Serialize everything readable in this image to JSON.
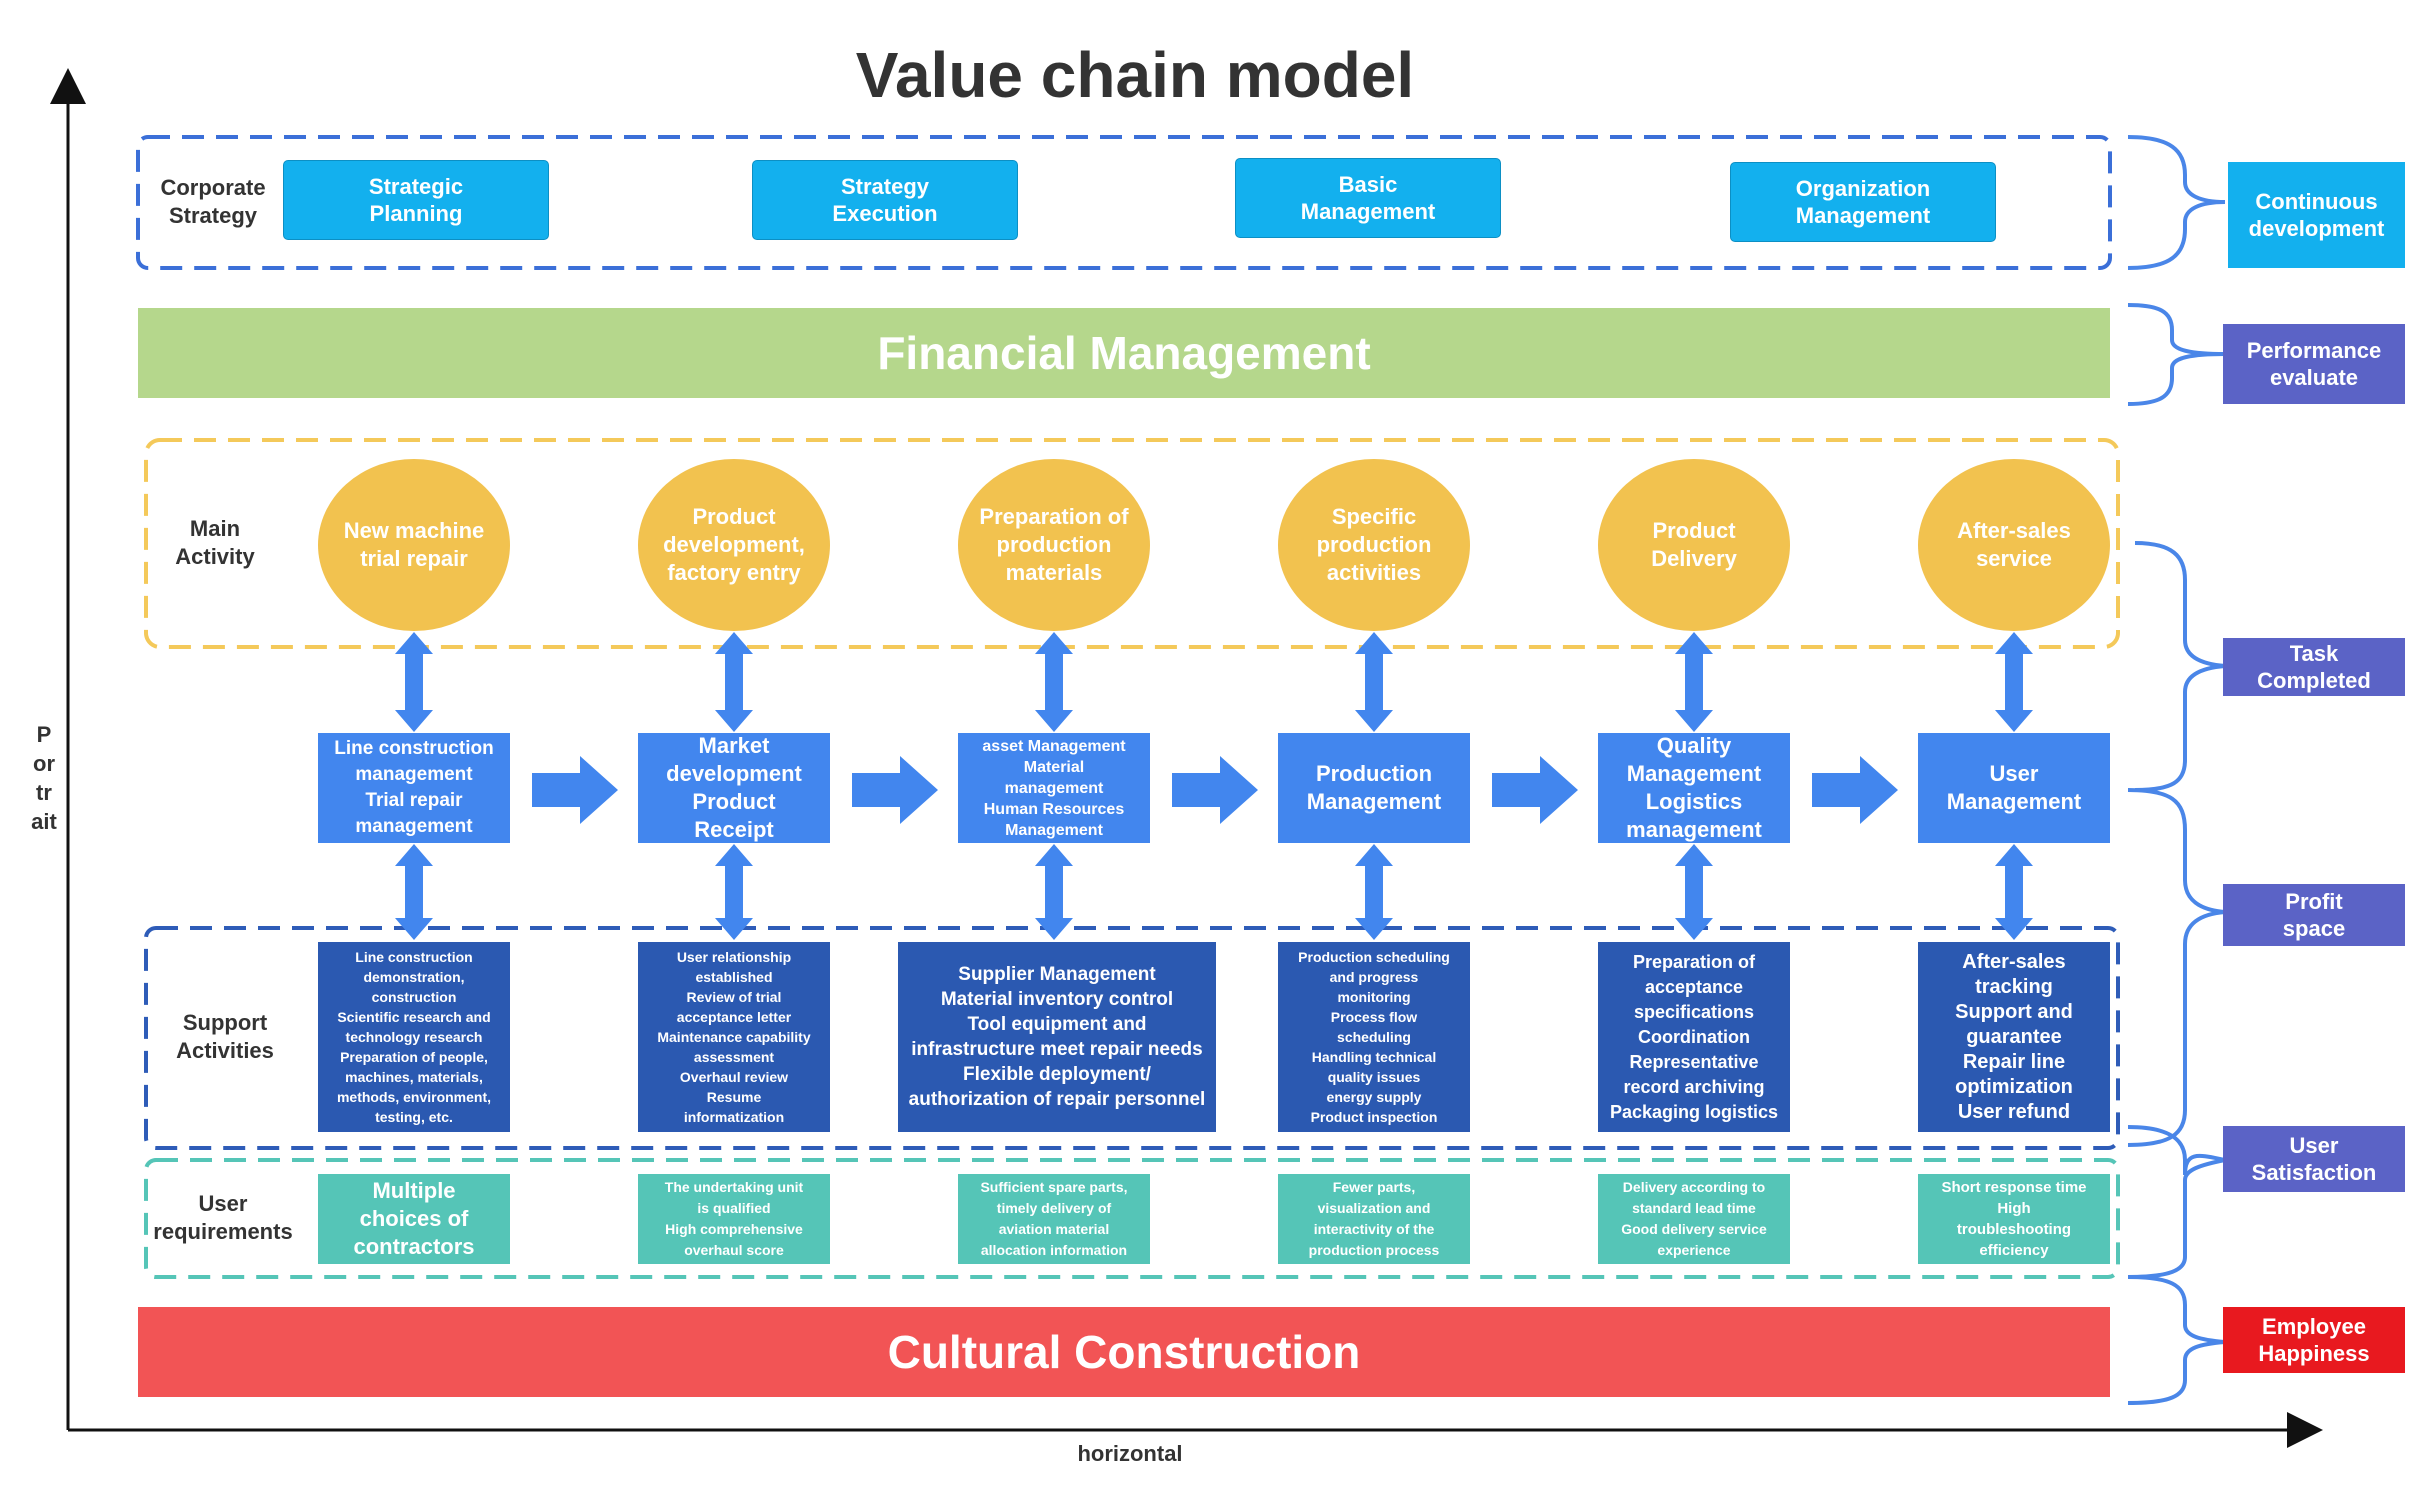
{
  "title": "Value chain model",
  "axes": {
    "y_label": "Portrait",
    "x_label": "horizontal"
  },
  "row_labels": {
    "corporate": "Corporate\nStrategy",
    "main": "Main\nActivity",
    "support": "Support\nActivities",
    "user": "User\nrequirements"
  },
  "corporate_strategy": [
    "Strategic\nPlanning",
    "Strategy\nExecution",
    "Basic\nManagement",
    "Organization\nManagement"
  ],
  "financial_band": "Financial Management",
  "cultural_band": "Cultural Construction",
  "main_activities": [
    "New machine\ntrial repair",
    "Product\ndevelopment,\nfactory entry",
    "Preparation of\nproduction\nmaterials",
    "Specific\nproduction\nactivities",
    "Product\nDelivery",
    "After-sales\nservice"
  ],
  "management_boxes": [
    "Line construction\nmanagement\nTrial repair\nmanagement",
    "Market\ndevelopment\nProduct\nReceipt",
    "asset Management\nMaterial\nmanagement\nHuman Resources\nManagement",
    "Production\nManagement",
    "Quality\nManagement\nLogistics\nmanagement",
    "User\nManagement"
  ],
  "support_activities": [
    "Line construction\ndemonstration,\nconstruction\nScientific research and\ntechnology research\nPreparation of people,\nmachines, materials,\nmethods, environment,\ntesting, etc.",
    "User relationship\nestablished\nReview of trial\nacceptance letter\nMaintenance capability\nassessment\nOverhaul review\nResume\ninformatization",
    "Supplier Management\nMaterial inventory control\nTool equipment and\ninfrastructure meet repair needs\nFlexible deployment/\nauthorization of repair personnel",
    "Production scheduling\nand progress\nmonitoring\nProcess flow\nscheduling\nHandling technical\nquality issues\nenergy supply\nProduct inspection",
    "Preparation of\nacceptance\nspecifications\nCoordination\nRepresentative\nrecord archiving\nPackaging logistics",
    "After-sales\ntracking\nSupport and\nguarantee\nRepair line\noptimization\nUser refund"
  ],
  "user_requirements": [
    "Multiple\nchoices of\ncontractors",
    "The undertaking unit\nis qualified\nHigh comprehensive\noverhaul score",
    "Sufficient spare parts,\ntimely delivery of\naviation material\nallocation information",
    "Fewer parts,\nvisualization and\ninteractivity of the\nproduction process",
    "Delivery according to\nstandard lead time\nGood delivery service\nexperience",
    "Short response time\nHigh\ntroubleshooting\nefficiency"
  ],
  "outcomes": [
    {
      "label": "Continuous\ndevelopment",
      "color": "#13b0ee"
    },
    {
      "label": "Performance\nevaluate",
      "color": "#5b63c6"
    },
    {
      "label": "Task\nCompleted",
      "color": "#5b63c6"
    },
    {
      "label": "Profit\nspace",
      "color": "#5b63c6"
    },
    {
      "label": "User\nSatisfaction",
      "color": "#5b63c6"
    },
    {
      "label": "Employee\nHappiness",
      "color": "#e8191f"
    }
  ],
  "colors": {
    "corporate_box": "#13b0ee",
    "financial_band": "#b5d78c",
    "cultural_band": "#f25455",
    "main_circle": "#f2c24f",
    "management_box": "#4286ee",
    "support_box": "#2b59b1",
    "user_box": "#55c5b7",
    "arrow": "#4286ee",
    "bracket": "#4a86e8"
  }
}
